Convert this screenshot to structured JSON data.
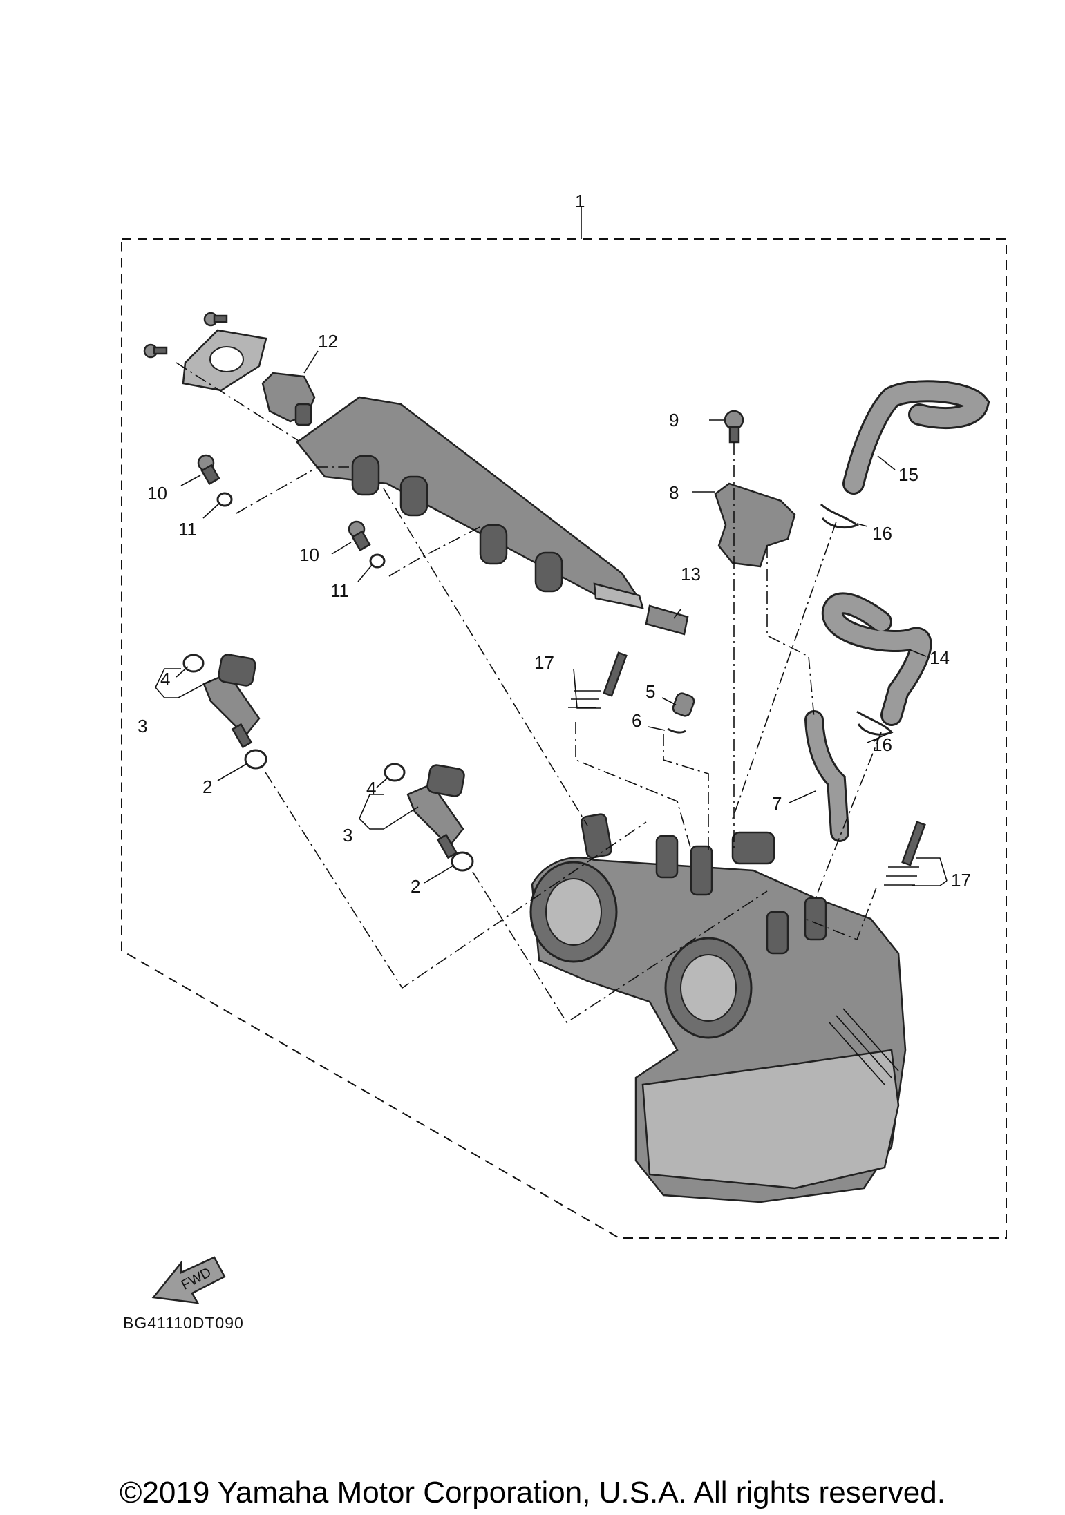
{
  "labels": {
    "p1": "1",
    "p2a": "2",
    "p2b": "2",
    "p3a": "3",
    "p3b": "3",
    "p4a": "4",
    "p4b": "4",
    "p5": "5",
    "p6": "6",
    "p7": "7",
    "p8": "8",
    "p9": "9",
    "p10a": "10",
    "p10b": "10",
    "p11a": "11",
    "p11b": "11",
    "p12": "12",
    "p13": "13",
    "p14": "14",
    "p15": "15",
    "p16a": "16",
    "p16b": "16",
    "p17a": "17",
    "p17b": "17"
  },
  "fwd_label": "FWD",
  "diagram_code": "BG41110DT090",
  "copyright": "©2019 Yamaha Motor Corporation, U.S.A. All rights reserved."
}
